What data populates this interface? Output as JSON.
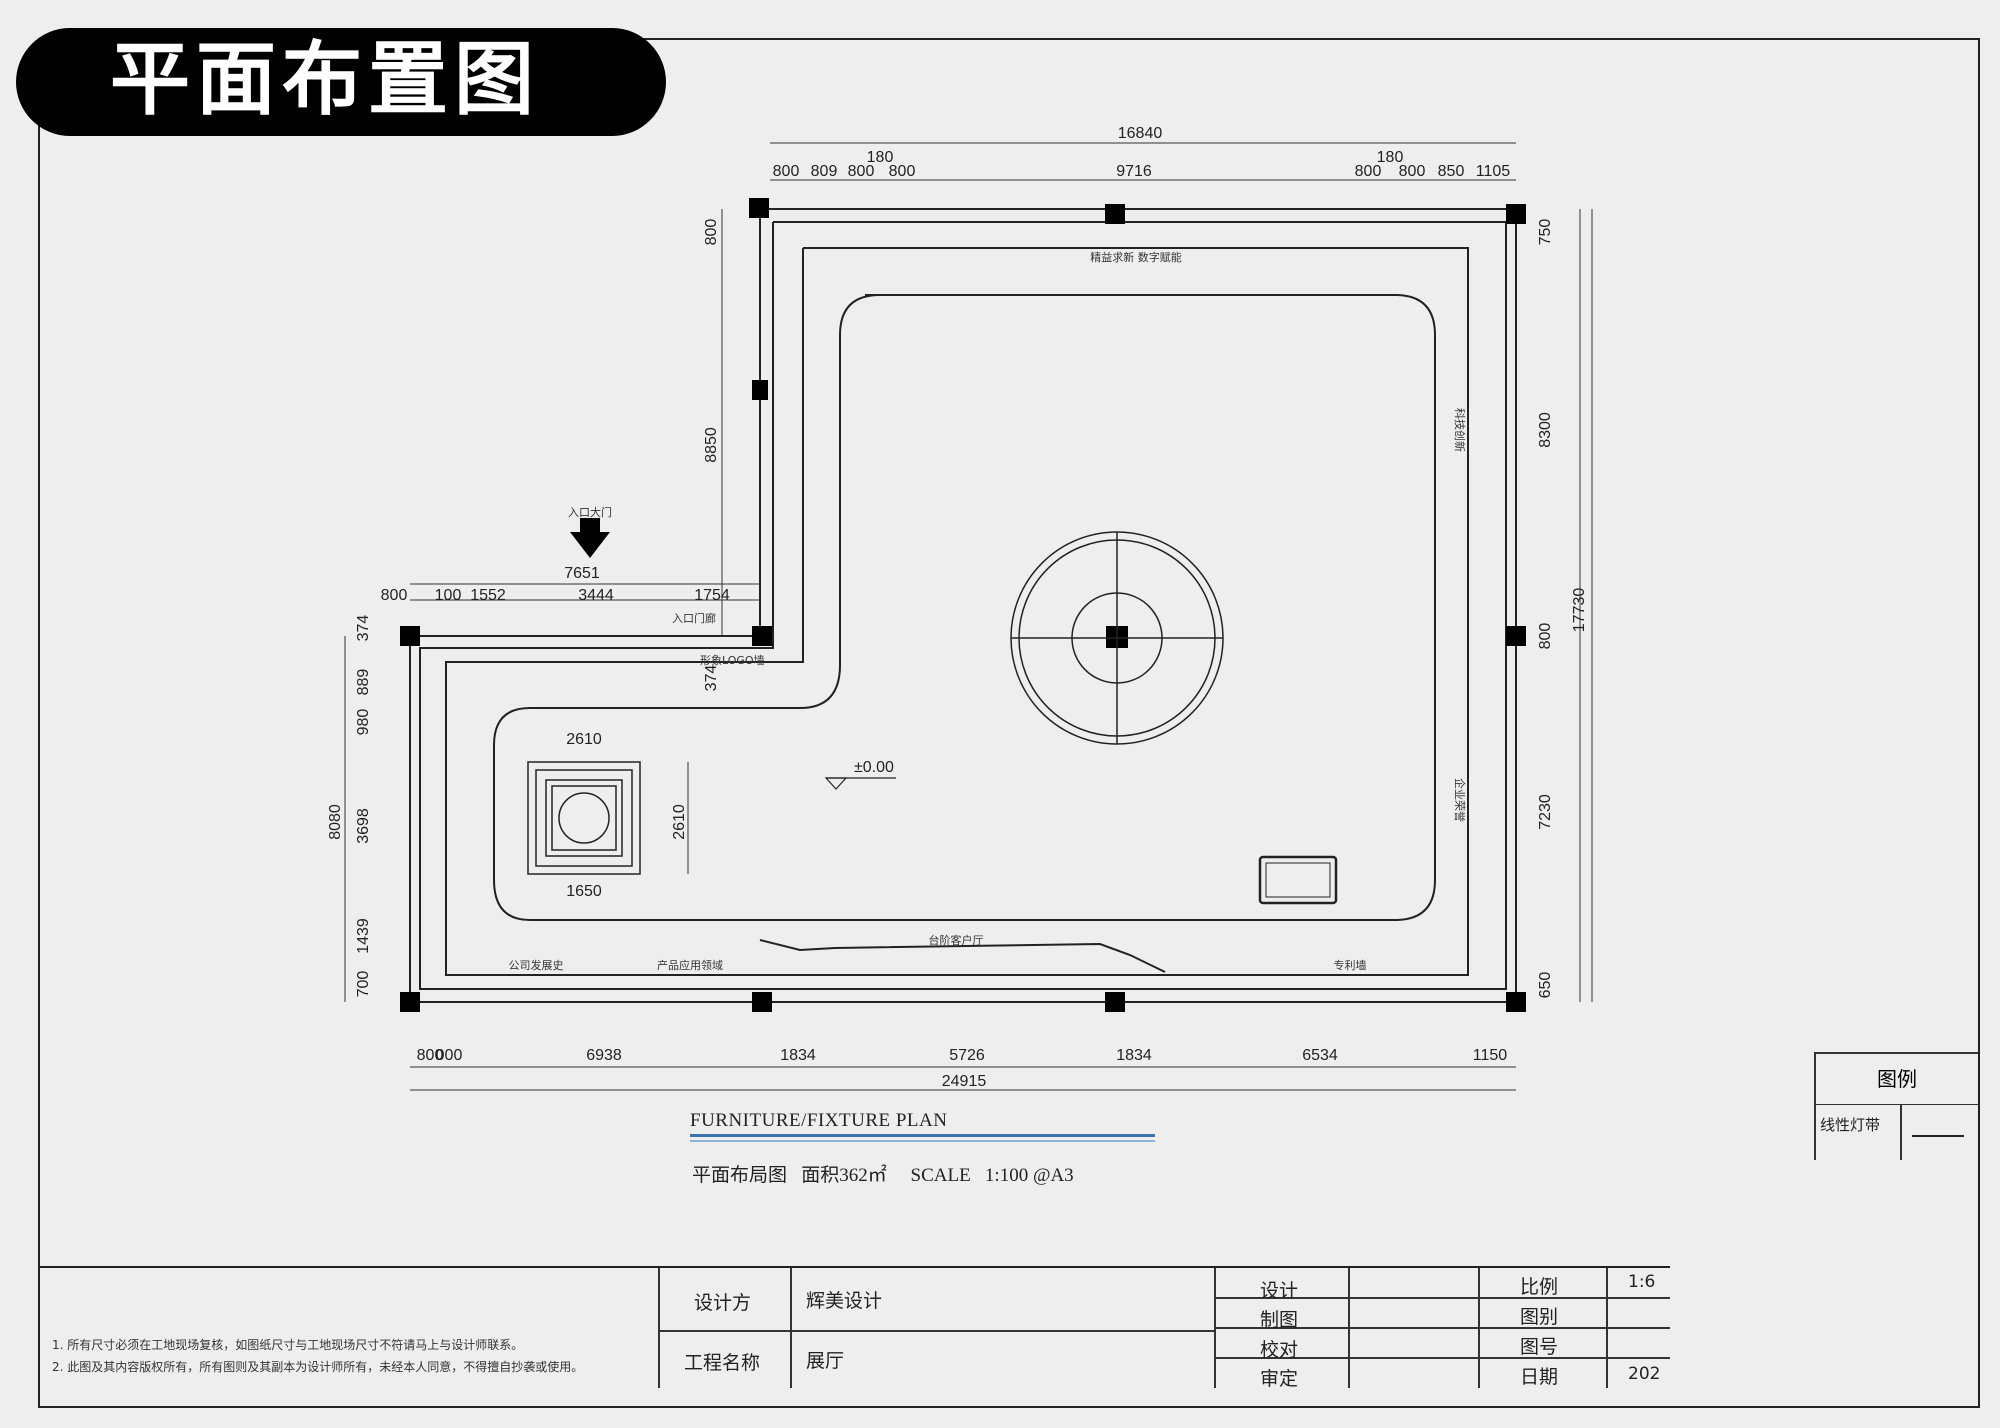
{
  "title": "平面布置图",
  "plan": {
    "dims_top": [
      "16840",
      "180",
      "800",
      "809",
      "800",
      "800",
      "9716",
      "180",
      "800",
      "800",
      "850",
      "1105"
    ],
    "dims_right": [
      "750",
      "8300",
      "17730",
      "800",
      "7230",
      "650"
    ],
    "dims_left_upper": [
      "800",
      "8850"
    ],
    "dims_entrance_row": [
      "7651",
      "800",
      "100",
      "1552",
      "3444",
      "1754"
    ],
    "dims_left": [
      "374",
      "889",
      "980",
      "3698",
      "8080",
      "1439",
      "700"
    ],
    "dims_bottom": [
      "800",
      "000",
      "6938",
      "1834",
      "5726",
      "1834",
      "6534",
      "1150",
      "24915"
    ],
    "dims_small": [
      "374"
    ],
    "square_dims": [
      "2610",
      "2610",
      "1650"
    ],
    "level": "±0.00",
    "labels": {
      "entrance": "入口大门",
      "entrance_gate": "入口门廊",
      "top_wall": "精益求新 数字赋能",
      "logo_wall": "形象LOGO墙",
      "bottom_mid": "台阶客户厅",
      "bottom_right": "专利墙",
      "bottom_left_1": "公司发展史",
      "bottom_left_2": "产品应用领域",
      "right_wall_1": "科技创新",
      "right_wall_2": "企业荣誉"
    }
  },
  "fixture_plan": {
    "title": "FURNITURE/FIXTURE PLAN",
    "subtitle": "平面布局图   面积362㎡     SCALE   1:100 @A3"
  },
  "legend": {
    "header": "图例",
    "row_label": "线性灯带"
  },
  "title_block": {
    "notes": [
      "1.   所有尺寸必须在工地现场复核，如图纸尺寸与工地现场尺寸不符请马上与设计师联系。",
      "2.   此图及其内容版权所有，所有图则及其副本为设计师所有，未经本人同意，不得擅自抄袭或使用。"
    ],
    "design_party_label": "设计方",
    "design_party_value": "辉美设计",
    "project_label": "工程名称",
    "project_value": "展厅",
    "roles": [
      "设计",
      "制图",
      "校对",
      "审定"
    ],
    "fields": [
      "比例",
      "图别",
      "图号",
      "日期"
    ],
    "scale_value": "1:6",
    "date_value": "202"
  }
}
